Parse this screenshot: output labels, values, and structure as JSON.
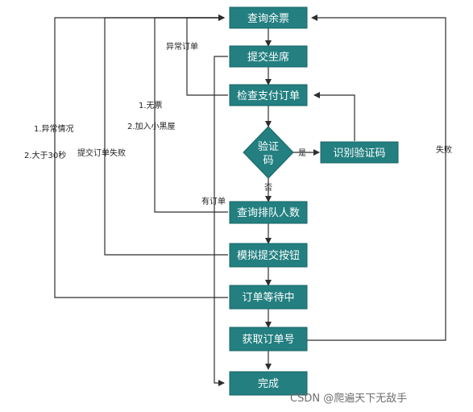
{
  "colors": {
    "node_fill": "#237f80",
    "node_stroke": "#1a6566",
    "line": "#2e2e2e"
  },
  "nodes": {
    "query_tickets": "查询余票",
    "submit_seat": "提交坐席",
    "check_pay_order": "检查支付订单",
    "captcha_decision_line1": "验证",
    "captcha_decision_line2": "码",
    "recognize_captcha": "识别验证码",
    "query_queue": "查询排队人数",
    "simulate_submit": "模拟提交按钮",
    "order_waiting": "订单等待中",
    "get_order_number": "获取订单号",
    "done": "完成"
  },
  "edge_labels": {
    "abnormal_order": "异常订单",
    "no_ticket": "1.无票",
    "join_blacklist": "2.加入小黑屋",
    "abnormal_status": "1.异常情况",
    "over_30s": "2.大于30秒",
    "submit_order_failed": "提交订单失败",
    "has_order": "有订单",
    "yes": "是",
    "no": "否",
    "failed": "失败"
  },
  "watermark": "CSDN @爬遍天下无敌手"
}
